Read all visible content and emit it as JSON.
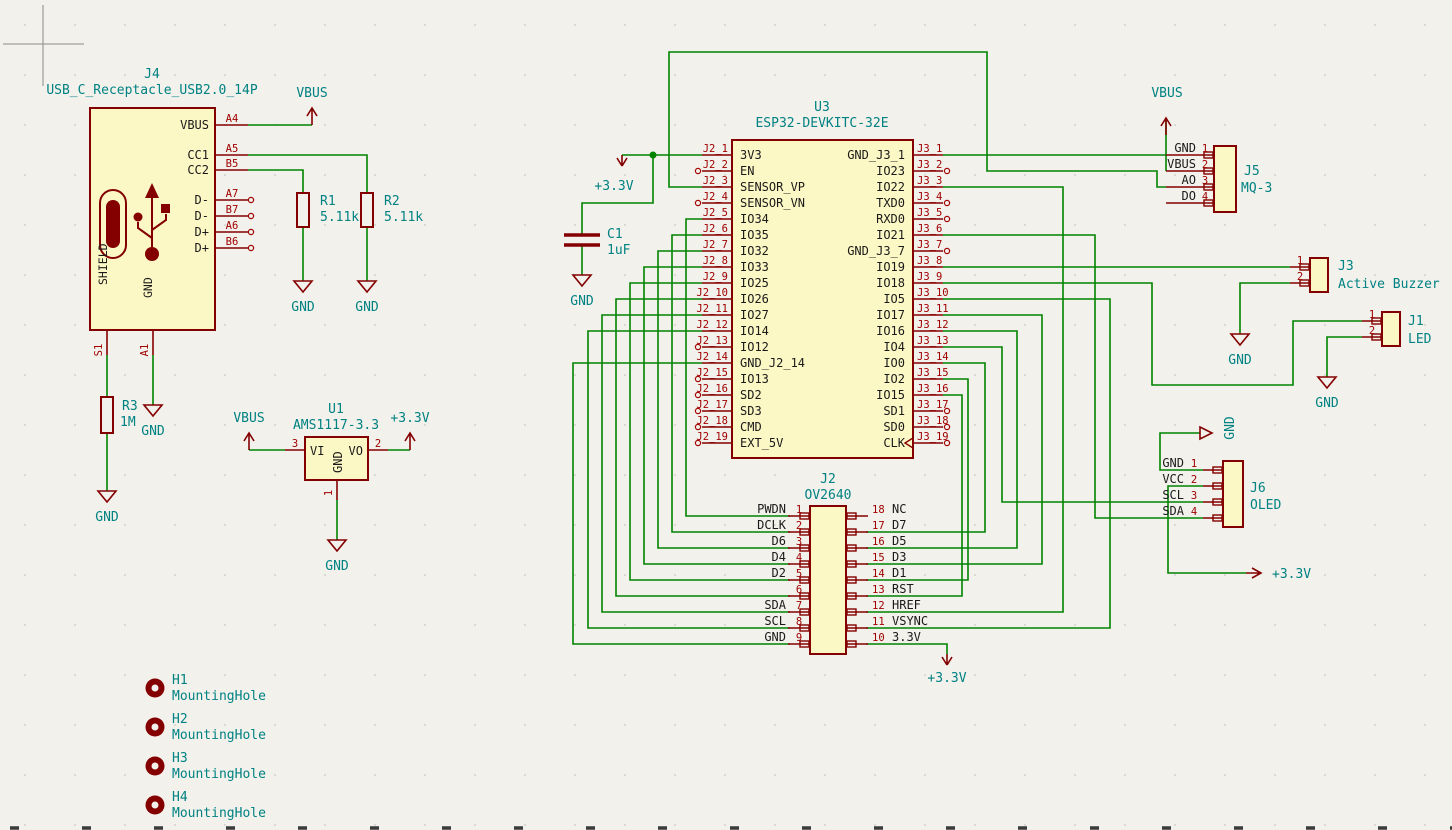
{
  "power": {
    "vbus": "VBUS",
    "v33": "+3.3V",
    "gnd": "GND"
  },
  "colors": {
    "wire": "#008400",
    "component_outline": "#840000",
    "component_fill": "#FCF8C5",
    "label_teal": "#008282",
    "pin_number_red": "#A00000",
    "pin_name_black": "#1a1a1a",
    "background": "#F2F1EC"
  },
  "components": {
    "j4": {
      "ref": "J4",
      "value": "USB_C_Receptacle_USB2.0_14P",
      "right_pins": [
        {
          "num": "A4",
          "name": "VBUS"
        },
        {
          "num": "A5",
          "name": "CC1"
        },
        {
          "num": "B5",
          "name": "CC2"
        },
        {
          "num": "A7",
          "name": "D-",
          "nc": true
        },
        {
          "num": "B7",
          "name": "D-",
          "nc": true
        },
        {
          "num": "A6",
          "name": "D+",
          "nc": true
        },
        {
          "num": "B6",
          "name": "D+",
          "nc": true
        }
      ],
      "bottom_pins": [
        {
          "num": "S1",
          "name": "SHIELD"
        },
        {
          "num": "A1",
          "name": "GND"
        }
      ]
    },
    "r1": {
      "ref": "R1",
      "value": "5.11k"
    },
    "r2": {
      "ref": "R2",
      "value": "5.11k"
    },
    "r3": {
      "ref": "R3",
      "value": "1M"
    },
    "c1": {
      "ref": "C1",
      "value": "1uF"
    },
    "u1": {
      "ref": "U1",
      "value": "AMS1117-3.3",
      "pins": [
        {
          "num": "3",
          "name": "VI"
        },
        {
          "num": "2",
          "name": "VO"
        },
        {
          "num": "1",
          "name": "GND"
        }
      ]
    },
    "u3": {
      "ref": "U3",
      "value": "ESP32-DEVKITC-32E",
      "left_pins": [
        {
          "num": "J2_1",
          "name": "3V3"
        },
        {
          "num": "J2_2",
          "name": "EN",
          "nc": true
        },
        {
          "num": "J2_3",
          "name": "SENSOR_VP"
        },
        {
          "num": "J2_4",
          "name": "SENSOR_VN",
          "nc": true
        },
        {
          "num": "J2_5",
          "name": "IO34"
        },
        {
          "num": "J2_6",
          "name": "IO35"
        },
        {
          "num": "J2_7",
          "name": "IO32"
        },
        {
          "num": "J2_8",
          "name": "IO33"
        },
        {
          "num": "J2_9",
          "name": "IO25"
        },
        {
          "num": "J2_10",
          "name": "IO26"
        },
        {
          "num": "J2_11",
          "name": "IO27"
        },
        {
          "num": "J2_12",
          "name": "IO14"
        },
        {
          "num": "J2_13",
          "name": "IO12",
          "nc": true
        },
        {
          "num": "J2_14",
          "name": "GND_J2_14"
        },
        {
          "num": "J2_15",
          "name": "IO13",
          "nc": true
        },
        {
          "num": "J2_16",
          "name": "SD2",
          "nc": true
        },
        {
          "num": "J2_17",
          "name": "SD3",
          "nc": true
        },
        {
          "num": "J2_18",
          "name": "CMD",
          "nc": true
        },
        {
          "num": "J2_19",
          "name": "EXT_5V",
          "nc": true
        }
      ],
      "right_pins": [
        {
          "num": "J3_1",
          "name": "GND_J3_1"
        },
        {
          "num": "J3_2",
          "name": "IO23",
          "nc": true
        },
        {
          "num": "J3_3",
          "name": "IO22"
        },
        {
          "num": "J3_4",
          "name": "TXD0",
          "nc": true
        },
        {
          "num": "J3_5",
          "name": "RXD0",
          "nc": true
        },
        {
          "num": "J3_6",
          "name": "IO21"
        },
        {
          "num": "J3_7",
          "name": "GND_J3_7",
          "nc": true
        },
        {
          "num": "J3_8",
          "name": "IO19"
        },
        {
          "num": "J3_9",
          "name": "IO18"
        },
        {
          "num": "J3_10",
          "name": "IO5"
        },
        {
          "num": "J3_11",
          "name": "IO17"
        },
        {
          "num": "J3_12",
          "name": "IO16"
        },
        {
          "num": "J3_13",
          "name": "IO4"
        },
        {
          "num": "J3_14",
          "name": "IO0"
        },
        {
          "num": "J3_15",
          "name": "IO2"
        },
        {
          "num": "J3_16",
          "name": "IO15"
        },
        {
          "num": "J3_17",
          "name": "SD1",
          "nc": true
        },
        {
          "num": "J3_18",
          "name": "SD0",
          "nc": true
        },
        {
          "num": "J3_19",
          "name": "CLK",
          "nc": true,
          "clk": true
        }
      ]
    },
    "j2": {
      "ref": "J2",
      "value": "OV2640",
      "left_pins": [
        {
          "num": "1",
          "name": "PWDN"
        },
        {
          "num": "2",
          "name": "DCLK"
        },
        {
          "num": "3",
          "name": "D6"
        },
        {
          "num": "4",
          "name": "D4"
        },
        {
          "num": "5",
          "name": "D2"
        },
        {
          "num": "6",
          "name": ""
        },
        {
          "num": "7",
          "name": "SDA"
        },
        {
          "num": "8",
          "name": "SCL"
        },
        {
          "num": "9",
          "name": "GND"
        }
      ],
      "right_pins": [
        {
          "num": "18",
          "name": "NC"
        },
        {
          "num": "17",
          "name": "D7"
        },
        {
          "num": "16",
          "name": "D5"
        },
        {
          "num": "15",
          "name": "D3"
        },
        {
          "num": "14",
          "name": "D1"
        },
        {
          "num": "13",
          "name": "RST"
        },
        {
          "num": "12",
          "name": "HREF"
        },
        {
          "num": "11",
          "name": "VSYNC"
        },
        {
          "num": "10",
          "name": "3.3V"
        }
      ]
    },
    "j5": {
      "ref": "J5",
      "value": "MQ-3",
      "pins": [
        {
          "num": "1",
          "name": "GND"
        },
        {
          "num": "2",
          "name": "VBUS"
        },
        {
          "num": "3",
          "name": "AO"
        },
        {
          "num": "4",
          "name": "DO"
        }
      ]
    },
    "j3": {
      "ref": "J3",
      "value": "Active Buzzer",
      "pins": [
        {
          "num": "1"
        },
        {
          "num": "2"
        }
      ]
    },
    "j1": {
      "ref": "J1",
      "value": "LED",
      "pins": [
        {
          "num": "1"
        },
        {
          "num": "2"
        }
      ]
    },
    "j6": {
      "ref": "J6",
      "value": "OLED",
      "pins": [
        {
          "num": "1",
          "name": "GND"
        },
        {
          "num": "2",
          "name": "VCC"
        },
        {
          "num": "3",
          "name": "SCL"
        },
        {
          "num": "4",
          "name": "SDA"
        }
      ]
    },
    "holes": [
      {
        "ref": "H1",
        "value": "MountingHole"
      },
      {
        "ref": "H2",
        "value": "MountingHole"
      },
      {
        "ref": "H3",
        "value": "MountingHole"
      },
      {
        "ref": "H4",
        "value": "MountingHole"
      }
    ]
  }
}
